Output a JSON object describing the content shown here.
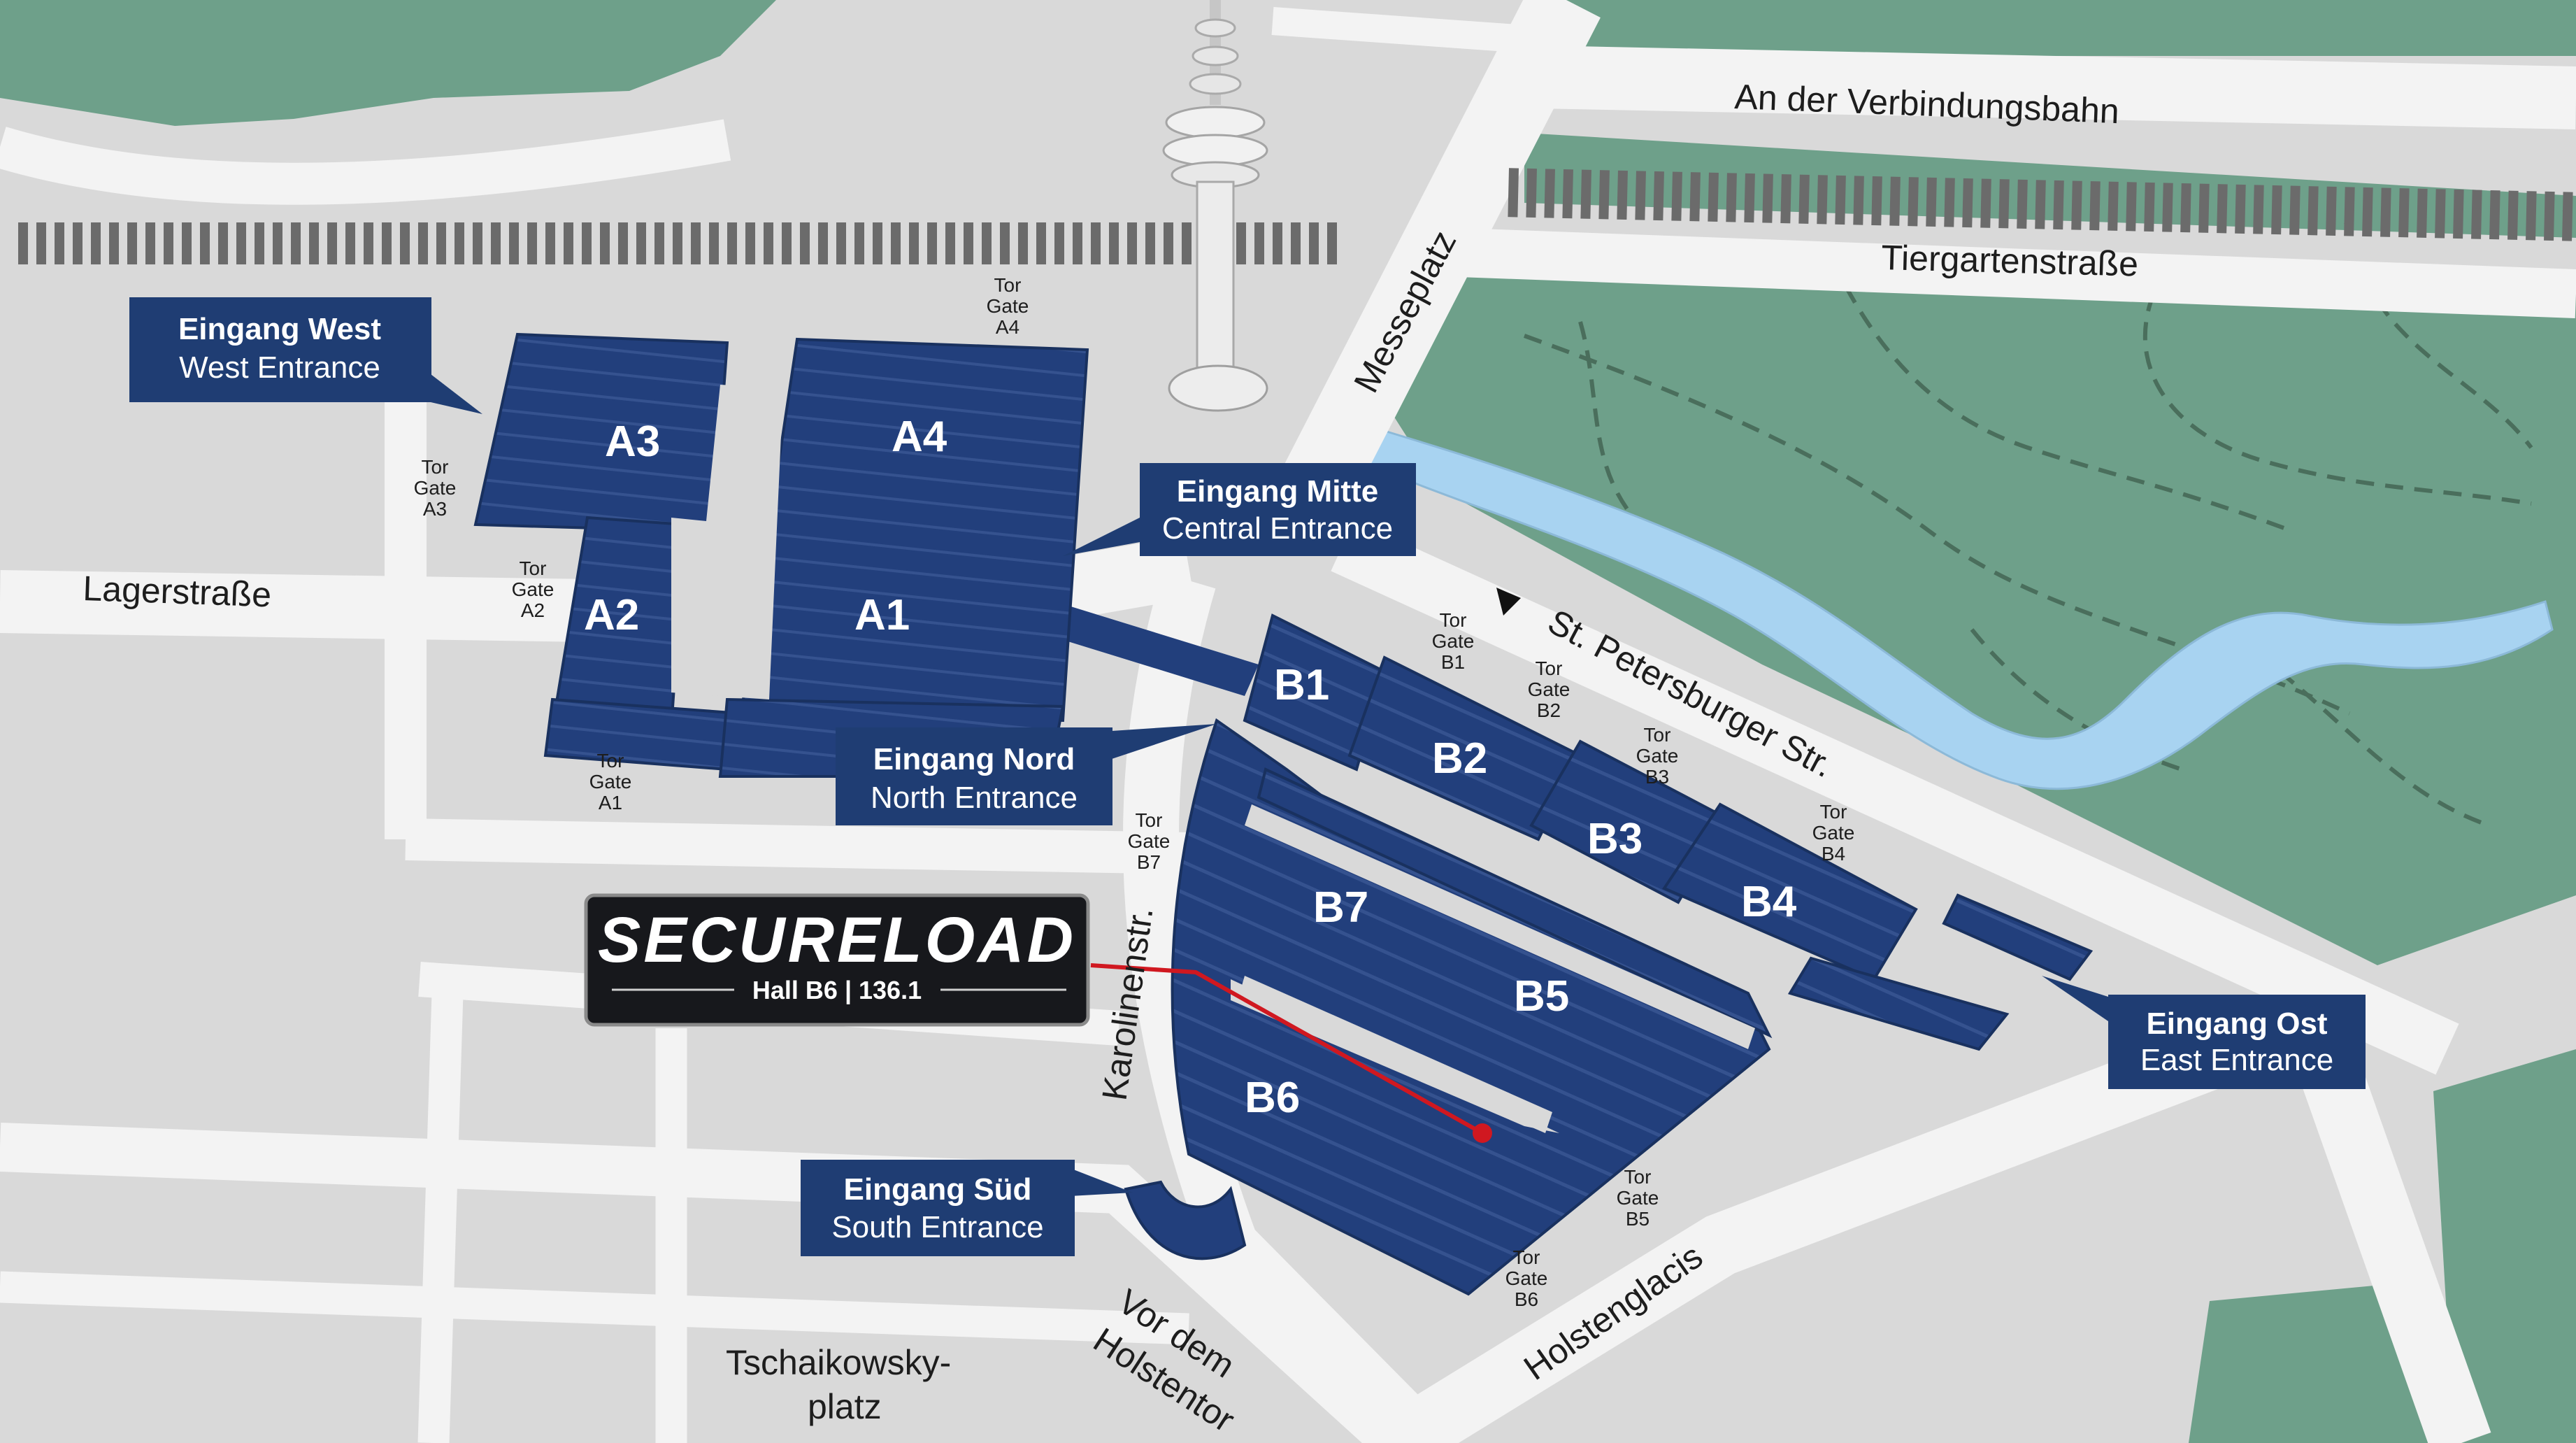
{
  "streets": {
    "verbindungsbahn": "An der Verbindungsbahn",
    "tiergarten": "Tiergartenstraße",
    "messeplatz": "Messeplatz",
    "lager": "Lagerstraße",
    "stpetersburger": "St. Petersburger Str.",
    "karolinen": "Karolinenstr.",
    "holstenglacis": "Holstenglacis",
    "tschaikowsky_1": "Tschaikowsky-",
    "tschaikowsky_2": "platz",
    "vordem_1": "Vor dem",
    "vordem_2": "Holstentor"
  },
  "halls": {
    "a1": "A1",
    "a2": "A2",
    "a3": "A3",
    "a4": "A4",
    "b1": "B1",
    "b2": "B2",
    "b3": "B3",
    "b4": "B4",
    "b5": "B5",
    "b6": "B6",
    "b7": "B7"
  },
  "gates": {
    "tor": "Tor",
    "gate": "Gate",
    "a1": "A1",
    "a2": "A2",
    "a3": "A3",
    "a4": "A4",
    "b1": "B1",
    "b2": "B2",
    "b3": "B3",
    "b4": "B4",
    "b5": "B5",
    "b6": "B6",
    "b7": "B7"
  },
  "entrances": {
    "west": {
      "de": "Eingang West",
      "en": "West Entrance"
    },
    "mitte": {
      "de": "Eingang Mitte",
      "en": "Central Entrance"
    },
    "nord": {
      "de": "Eingang Nord",
      "en": "North Entrance"
    },
    "ost": {
      "de": "Eingang Ost",
      "en": "East Entrance"
    },
    "sued": {
      "de": "Eingang Süd",
      "en": "South Entrance"
    }
  },
  "booth": {
    "brand": "SECURELOAD",
    "location": "Hall B6 | 136.1"
  },
  "colors": {
    "background": "#d9d9d9",
    "street": "#f3f3f3",
    "park": "#6ea08a",
    "water": "#a8d3f1",
    "hall": "#213e7a",
    "hall_line": "#3a5896",
    "label_box": "#1f3d73",
    "booth_box": "#17181c",
    "route": "#d01820"
  }
}
